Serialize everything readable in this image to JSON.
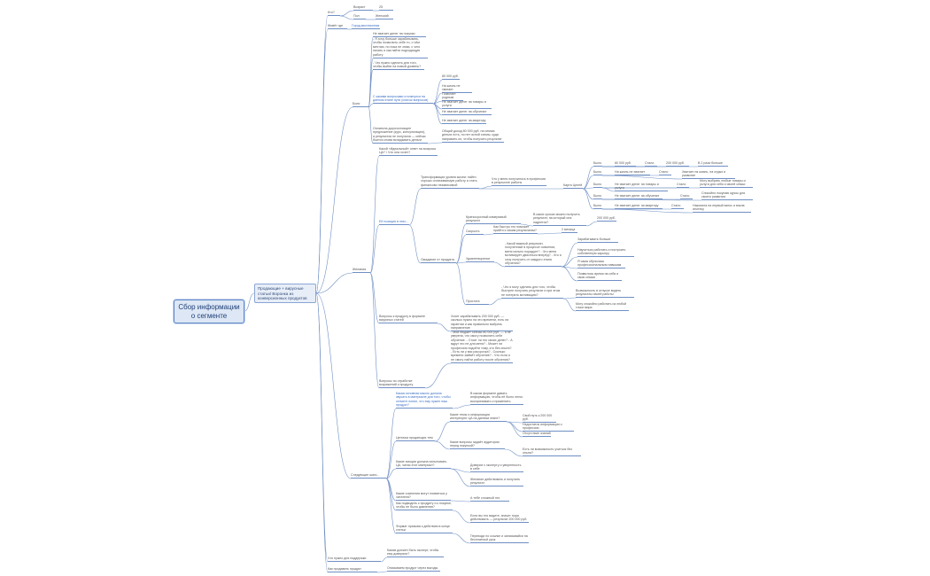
{
  "root": {
    "label": "Сбор информации о сегменте"
  },
  "subtopic": {
    "label": "Продающие + вирусные статьи/ Воронка из конверсионных продуктов"
  },
  "nodes": [
    {
      "id": "g1",
      "text": "Кто?"
    },
    {
      "id": "g1a",
      "text": "Возраст"
    },
    {
      "id": "g1a1",
      "text": "25"
    },
    {
      "id": "g1b",
      "text": "Пол"
    },
    {
      "id": "g1b1",
      "text": "Женский"
    },
    {
      "id": "g2",
      "text": "Живёт где"
    },
    {
      "id": "g2a",
      "text": "Город-миллионник"
    },
    {
      "id": "g3",
      "text": "Боли"
    },
    {
      "id": "g3a",
      "text": "Не хватает денег на покупки"
    },
    {
      "id": "g3b",
      "text": "- Я хочу больше зарабатывать, чтобы позволить себе то, о чём мечтаю, но пока не знаю, с чего начать и как найти подходящую работу"
    },
    {
      "id": "g3c",
      "text": "- Что нужно сделать для того, чтобы выйти на новый уровень?"
    },
    {
      "id": "g3d",
      "text": "С какими вопросами столкнулся на данном этапе пути (список вопросов)"
    },
    {
      "id": "g3d1",
      "text": "80 000 руб."
    },
    {
      "id": "g3d2",
      "text": "На жизнь не хватает"
    },
    {
      "id": "g3d3",
      "text": "Помогает родным"
    },
    {
      "id": "g3d4",
      "text": "Не хватает денег на товары и услуги"
    },
    {
      "id": "g3d5",
      "text": "Не хватает денег на обучение"
    },
    {
      "id": "g3d6",
      "text": "Не хватает денег на квартиру"
    },
    {
      "id": "g3e",
      "text": "Оплатила дорогостоящее предложение (курс, консультацию), а результата не получила — сейчас боится снова вкладывать деньги"
    },
    {
      "id": "g3e1",
      "text": "Общий доход 80 000 руб. на семью: деньги есть, но нет ясной схемы, куда направить их, чтобы получить результат"
    },
    {
      "id": "g4",
      "text": "Желания"
    },
    {
      "id": "g4a",
      "text": "Какой «Идеальный» ответ на вопросы ЦА? / Что она хочет?"
    },
    {
      "id": "g4b",
      "text": "Её позиция в этих..."
    },
    {
      "id": "g4b1",
      "text": "Трансформация уровня жизни: найти хорошо оплачиваемую работу и стать финансово независимой"
    },
    {
      "id": "g4b1a",
      "text": "Что у меня получилось в профессии в результате работы"
    },
    {
      "id": "g4b1b",
      "text": "Карта Целей"
    },
    {
      "id": "g4b1b1",
      "text": "Было"
    },
    {
      "id": "g4b1b1a",
      "text": "80 000 руб."
    },
    {
      "id": "g4b1b1b",
      "text": "Стало"
    },
    {
      "id": "g4b1b1c",
      "text": "200 000 руб."
    },
    {
      "id": "g4b1b1d",
      "text": "В 2 раза больше"
    },
    {
      "id": "g4b1b2",
      "text": "Было"
    },
    {
      "id": "g4b1b2a",
      "text": "На жизнь не хватает"
    },
    {
      "id": "g4b1b2b",
      "text": "Стало"
    },
    {
      "id": "g4b1b2c",
      "text": "Хватает на жизнь, на отдых и развитие"
    },
    {
      "id": "g4b1b3",
      "text": "Было"
    },
    {
      "id": "g4b1b3a",
      "text": "Не хватает денег на товары и услуги"
    },
    {
      "id": "g4b1b3b",
      "text": "Стало"
    },
    {
      "id": "g4b1b3c",
      "text": "Могу выбрать любые товары и услуги для себя и своей семьи"
    },
    {
      "id": "g4b1b4",
      "text": "Было"
    },
    {
      "id": "g4b1b4a",
      "text": "Не хватает денег на обучение"
    },
    {
      "id": "g4b1b4b",
      "text": "Стало"
    },
    {
      "id": "g4b1b4c",
      "text": "Спокойно покупаю курсы для своего развития"
    },
    {
      "id": "g4b1b5",
      "text": "Было"
    },
    {
      "id": "g4b1b5a",
      "text": "Не хватает денег на квартиру"
    },
    {
      "id": "g4b1b5b",
      "text": "Стало"
    },
    {
      "id": "g4b1b5c",
      "text": "Накопила на первый взнос и взяла ипотеку"
    },
    {
      "id": "g4b2",
      "text": "Ожидание от продукта"
    },
    {
      "id": "g4b2a",
      "text": "Краткосрочный измеримый результат"
    },
    {
      "id": "g4b2a1",
      "text": "В каких сроках можно получить результат, на который она надеется?"
    },
    {
      "id": "g4b2a2",
      "text": "200 000 руб."
    },
    {
      "id": "g4b2b",
      "text": "Скорость"
    },
    {
      "id": "g4b2b1",
      "text": "Как быстро это поможет прийти к своим результатам?"
    },
    {
      "id": "g4b2b2",
      "text": "2 месяца"
    },
    {
      "id": "g4b2c",
      "text": "Удовлетворение"
    },
    {
      "id": "g4b2c1",
      "text": "- Какой важный результат, полученный в процессе освоения, меня сильно порадует? - Что меня мотивирует двигаться вперёд? - Что я хочу получить от каждого этапа обучения?"
    },
    {
      "id": "g4b2c2",
      "text": "Зарабатывать больше"
    },
    {
      "id": "g4b2c3",
      "text": "Научиться работать и построить собственную карьеру"
    },
    {
      "id": "g4b2c4",
      "text": "Я сама обучилась профессиональным навыкам"
    },
    {
      "id": "g4b2c5",
      "text": "Появилось время на себя и свою семью"
    },
    {
      "id": "g4b2d",
      "text": "Простота"
    },
    {
      "id": "g4b2d1",
      "text": "- Что я могу сделать для того, чтобы быстрее получить результат и при этом не потерять мотивацию?"
    },
    {
      "id": "g4b2d2",
      "text": "Возможность в отпуске видеть результаты своей работы"
    },
    {
      "id": "g4b2d3",
      "text": "Могу спокойно работать из любой точки мира"
    },
    {
      "id": "g4c",
      "text": "Вопросы к продукту в формате вирусных статей"
    },
    {
      "id": "g4c1",
      "text": "Хочет зарабатывать 200 000 руб. — сколько нужно на это времени, есть ли гарантии и как правильно выбрать направление"
    },
    {
      "id": "g4d",
      "text": "Вопросы по отработке возражений к продукту"
    },
    {
      "id": "g4d1",
      "text": "- Мой бюджет сейчас 80 000 руб. — я не уверена, что смогу позволить себе обучение. - Стоит ли это своих денег? - А вдруг это не для меня? - Может ли профессия подойти тому, кто без опыта? - Есть ли у вас рассрочка? - Сколько времени займёт обучение? - Что если я не смогу найти работу после обучения?"
    },
    {
      "id": "g5",
      "text": "Следующие шаги..."
    },
    {
      "id": "g5a",
      "text": "Какая основная мысль должна звучать в материале для того, чтобы сегмент понял, что ему нужен наш продукт?"
    },
    {
      "id": "g5a1",
      "text": "В каком формате давать информацию, чтобы её было легко воспринимать и применить"
    },
    {
      "id": "g5b",
      "text": "Цепочка продающих тем"
    },
    {
      "id": "g5b1",
      "text": "Какие темы и информация интересуют ЦА на данном этапе?"
    },
    {
      "id": "g5b1a",
      "text": "Свой путь к 200 000 руб."
    },
    {
      "id": "g5b1b",
      "text": "Недостаток информации о профессии"
    },
    {
      "id": "g5b1c",
      "text": "Отсутствие знаний"
    },
    {
      "id": "g5b2",
      "text": "Какие вопросы задаёт аудитория перед покупкой?"
    },
    {
      "id": "g5b2a",
      "text": "Есть ли возможность учиться без опыта?"
    },
    {
      "id": "g5c",
      "text": "Какие эмоции должна испытывать ЦА, читая этот материал?"
    },
    {
      "id": "g5c1",
      "text": "Доверие к эксперту и уверенность в себе"
    },
    {
      "id": "g5c2",
      "text": "Желание действовать и получить результат"
    },
    {
      "id": "g5d",
      "text": "Какие сомнения могут появиться у читателя?"
    },
    {
      "id": "g5d1",
      "text": "А тебе сложный это"
    },
    {
      "id": "g5e",
      "text": "Как подводить к продукту и к покупке, чтобы не было давления?"
    },
    {
      "id": "g5e1",
      "text": "Если вы это видите, значит пора действовать — результат 200 000 руб."
    },
    {
      "id": "g5f",
      "text": "Формат призыва к действию в конце статьи"
    },
    {
      "id": "g5f1",
      "text": "Переходи по ссылке и записывайся на бесплатный урок"
    },
    {
      "id": "g6",
      "text": "Что нужно для поддержки"
    },
    {
      "id": "g6a",
      "text": "Каким должен быть эксперт, чтобы ему доверяли?"
    },
    {
      "id": "g7",
      "text": "Как продавать продукт"
    },
    {
      "id": "g7a",
      "text": "Описываем продукт через выгоды"
    }
  ],
  "colors": {
    "branch": "#6f8fc4",
    "root_border": "#5f87c8",
    "root_bg": "#dde7f5",
    "text": "#555555",
    "link": "#3a6fc6"
  }
}
